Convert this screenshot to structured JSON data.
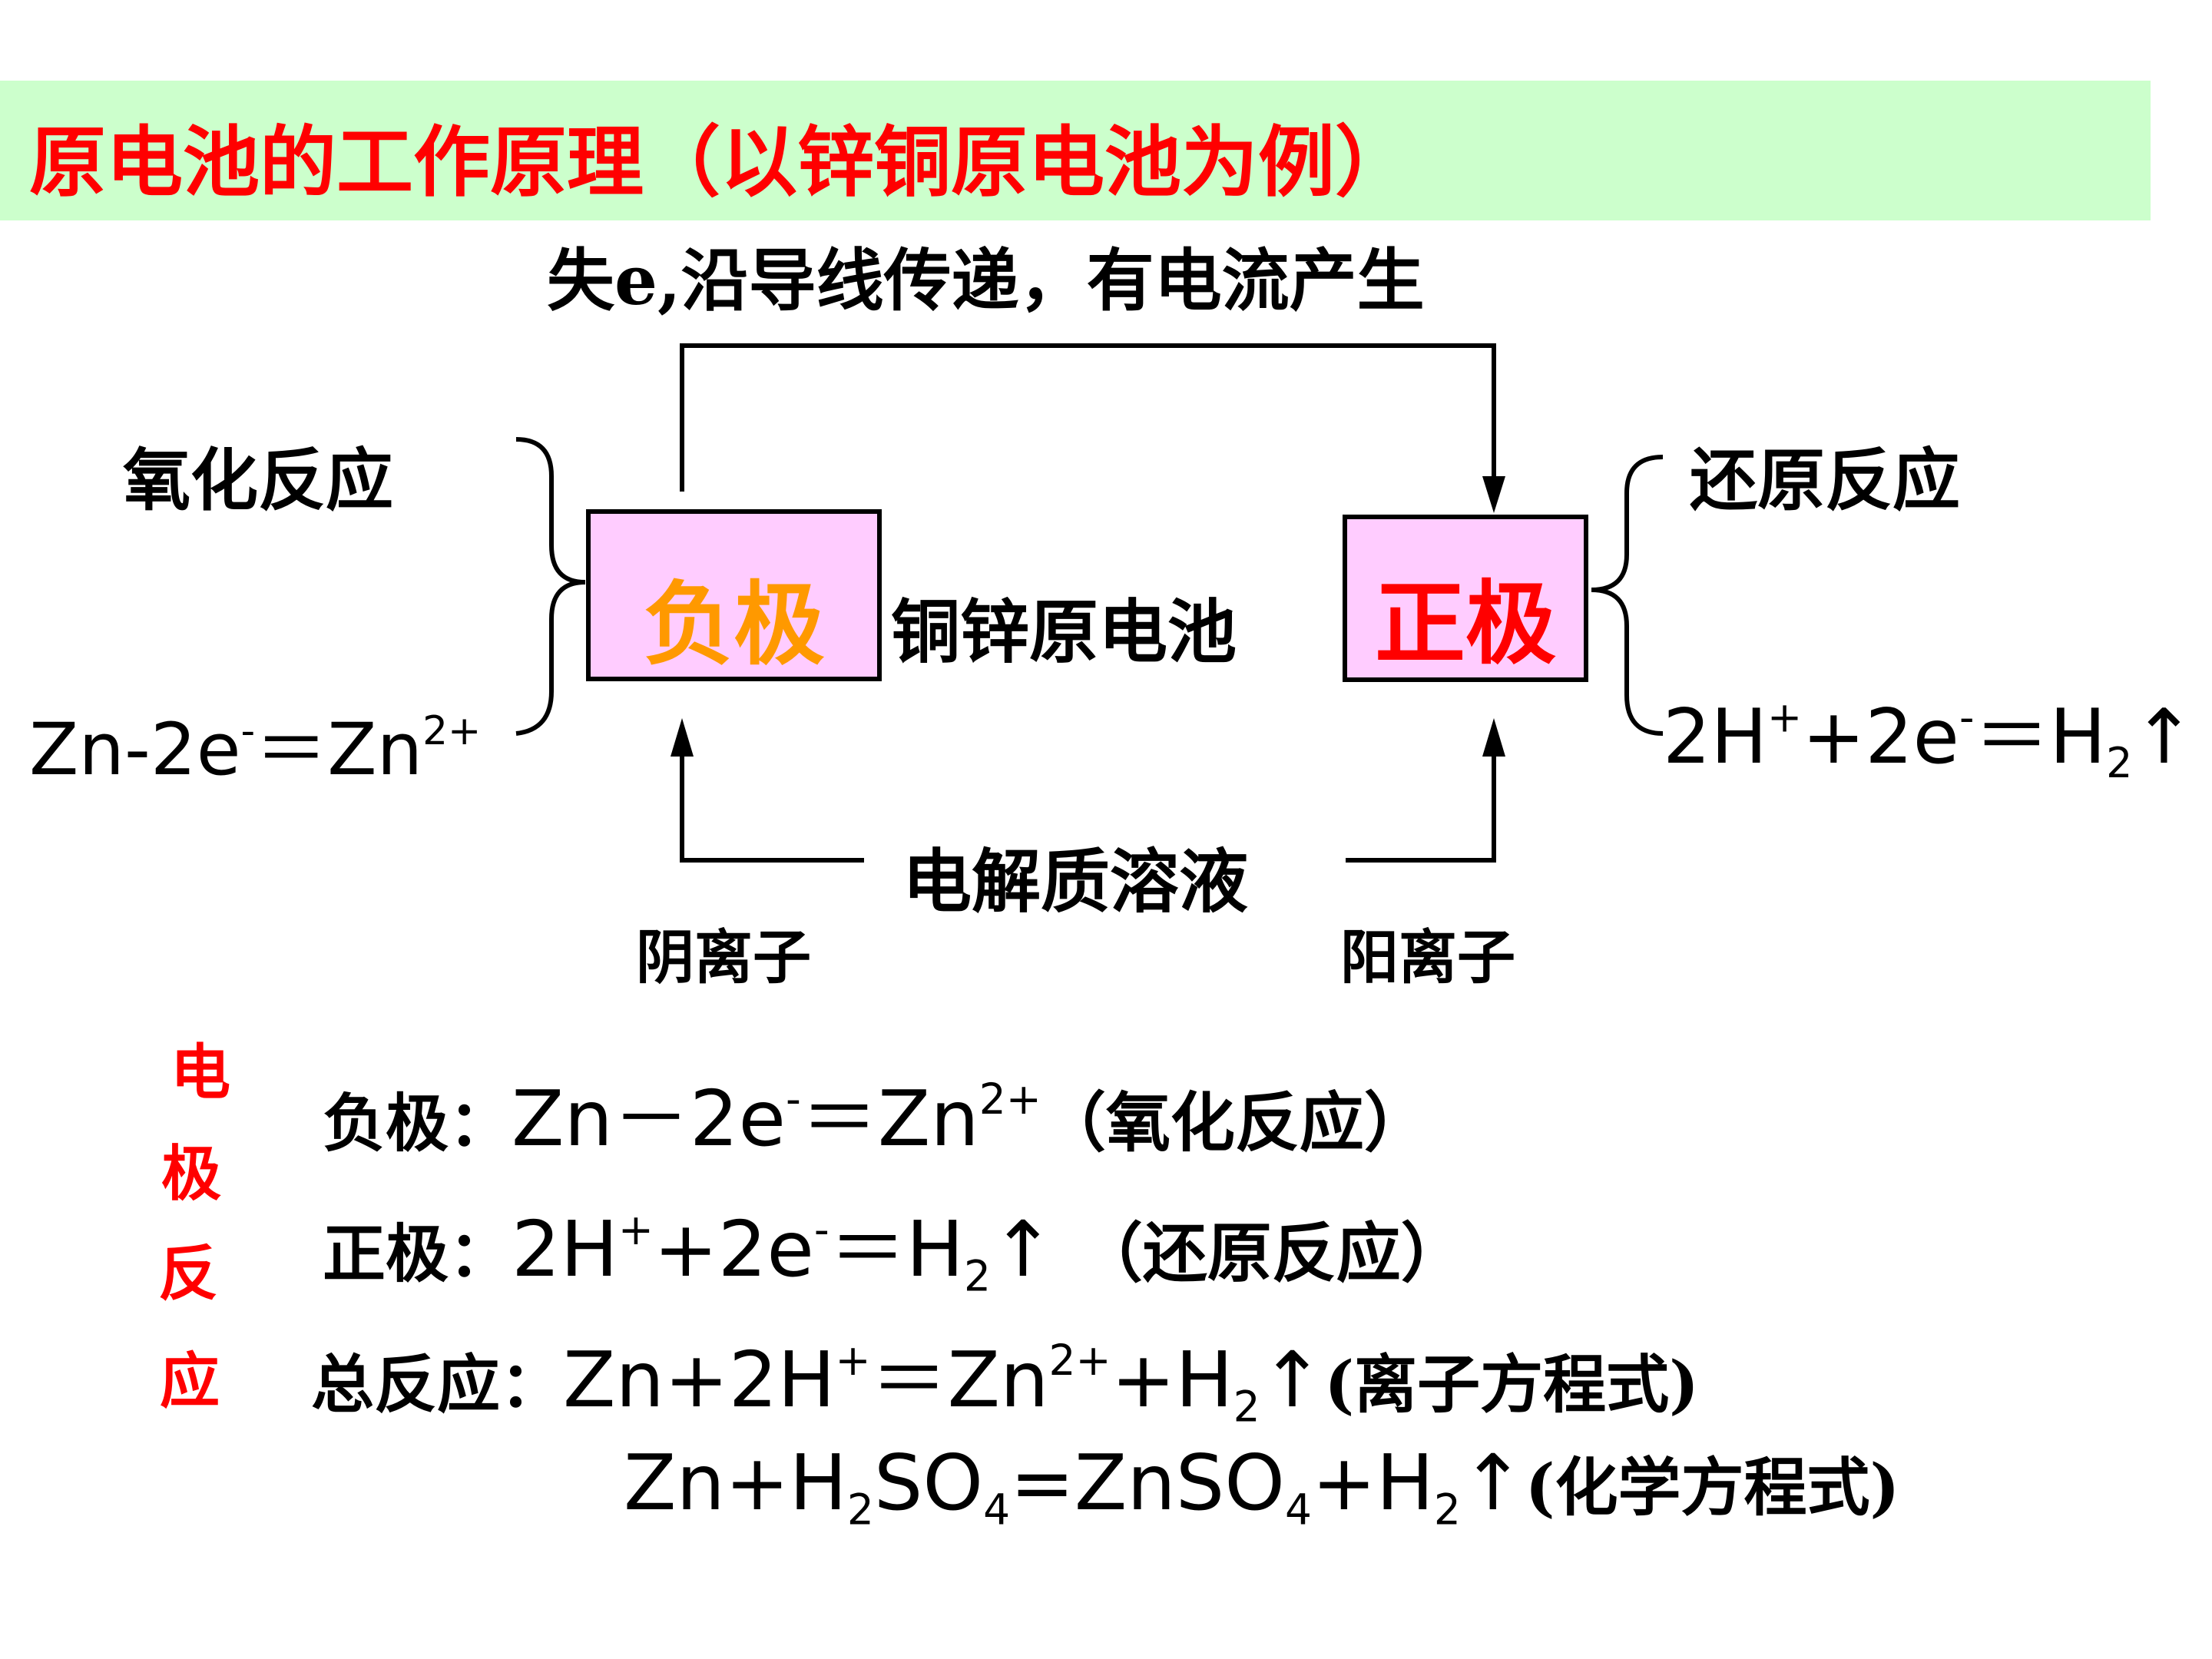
{
  "title": "原电池的工作原理（以锌铜原电池为例）",
  "top_label": "失e,沿导线传递，有电流产生",
  "left_label": "氧化反应",
  "right_label": "还原反应",
  "negative_box": "负极",
  "positive_box": "正极",
  "center_label": "铜锌原电池",
  "electrolyte_label": "电解质溶液",
  "anion_label": "阴离子",
  "cation_label": "阳离子",
  "left_eq": {
    "a": "Zn-2e",
    "a_sup": "-",
    "b": "＝Zn",
    "b_sup": "2+"
  },
  "right_eq": {
    "a": "2H",
    "a_sup": "+",
    "b": "+2e",
    "b_sup": "-",
    "c": "＝H",
    "c_sub": "2",
    "arrow": "↑"
  },
  "vertical_label": [
    "电",
    "极",
    "反",
    "应"
  ],
  "negative_line": {
    "label": "负极：",
    "a": "Zn－2e",
    "a_sup": "-",
    "b": "＝Zn",
    "b_sup": "2+",
    "note": "（氧化反应）"
  },
  "positive_line": {
    "label": "正极：",
    "a": "2H",
    "a_sup": "+",
    "b": "+2e",
    "b_sup": "-",
    "c": "＝H",
    "c_sub": "2",
    "arrow": "↑",
    "note": "（还原反应）"
  },
  "total_line": {
    "label": "总反应：",
    "a": "Zn+2H",
    "a_sup": "+",
    "b": "＝Zn",
    "b_sup": "2+",
    "c": "+H",
    "c_sub": "2",
    "arrow": "↑",
    "note": "(离子方程式)"
  },
  "chem_line": {
    "a": "Zn+H",
    "a_sub": "2",
    "b": "SO",
    "b_sub": "4",
    "c": "=ZnSO",
    "c_sub": "4",
    "d": "+H",
    "d_sub": "2",
    "arrow": "↑",
    "note": "(化学方程式)"
  },
  "colors": {
    "title": "#ff0000",
    "title_bg": "#ccffcc",
    "box_fill": "#ffccff",
    "negative": "#ff9900",
    "positive": "#ff0000",
    "vertical": "#ff0000"
  }
}
